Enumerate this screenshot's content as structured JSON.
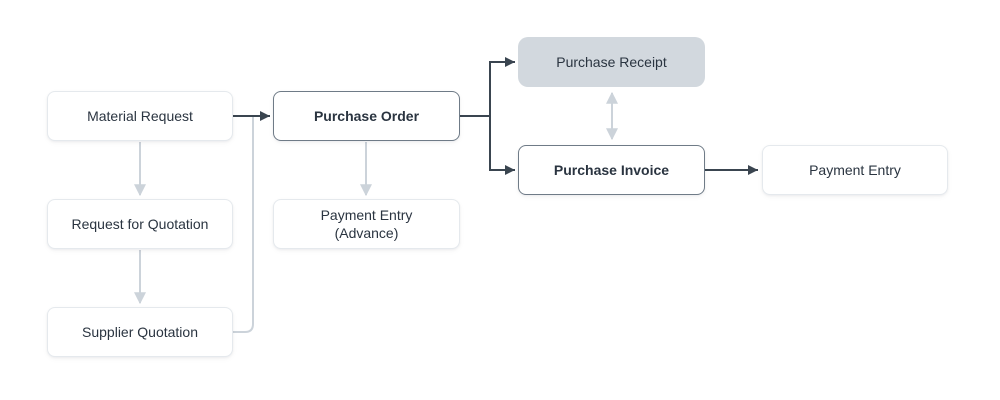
{
  "colors": {
    "bg": "#ffffff",
    "text": "#2a3440",
    "edge-dark": "#3a4550",
    "edge-light": "#ccd3da",
    "node-bg": "#ffffff",
    "node-border": "#e5e9ed",
    "node-border-strong": "#6f7b87",
    "node-filled-bg": "#d2d8de"
  },
  "diagram": {
    "nodes": [
      {
        "id": "material-request",
        "label": "Material Request",
        "style": "default"
      },
      {
        "id": "request-for-quotation",
        "label": "Request for Quotation",
        "style": "default"
      },
      {
        "id": "supplier-quotation",
        "label": "Supplier Quotation",
        "style": "default"
      },
      {
        "id": "purchase-order",
        "label": "Purchase Order",
        "style": "strong-border-bold"
      },
      {
        "id": "payment-entry-advance",
        "label": "Payment Entry\n(Advance)",
        "style": "default"
      },
      {
        "id": "purchase-receipt",
        "label": "Purchase Receipt",
        "style": "filled-gray"
      },
      {
        "id": "purchase-invoice",
        "label": "Purchase Invoice",
        "style": "strong-border-bold"
      },
      {
        "id": "payment-entry",
        "label": "Payment Entry",
        "style": "default"
      }
    ],
    "edges": [
      {
        "from": "material-request",
        "to": "purchase-order",
        "style": "dark",
        "arrow": "forward"
      },
      {
        "from": "material-request",
        "to": "request-for-quotation",
        "style": "light",
        "arrow": "forward"
      },
      {
        "from": "request-for-quotation",
        "to": "supplier-quotation",
        "style": "light",
        "arrow": "forward"
      },
      {
        "from": "supplier-quotation",
        "to": "purchase-order",
        "style": "light",
        "arrow": "none"
      },
      {
        "from": "purchase-order",
        "to": "payment-entry-advance",
        "style": "light",
        "arrow": "forward"
      },
      {
        "from": "purchase-order",
        "to": "purchase-receipt",
        "style": "dark",
        "arrow": "forward"
      },
      {
        "from": "purchase-order",
        "to": "purchase-invoice",
        "style": "dark",
        "arrow": "forward"
      },
      {
        "from": "purchase-receipt",
        "to": "purchase-invoice",
        "style": "light",
        "arrow": "both"
      },
      {
        "from": "purchase-invoice",
        "to": "payment-entry",
        "style": "dark",
        "arrow": "forward"
      }
    ]
  }
}
